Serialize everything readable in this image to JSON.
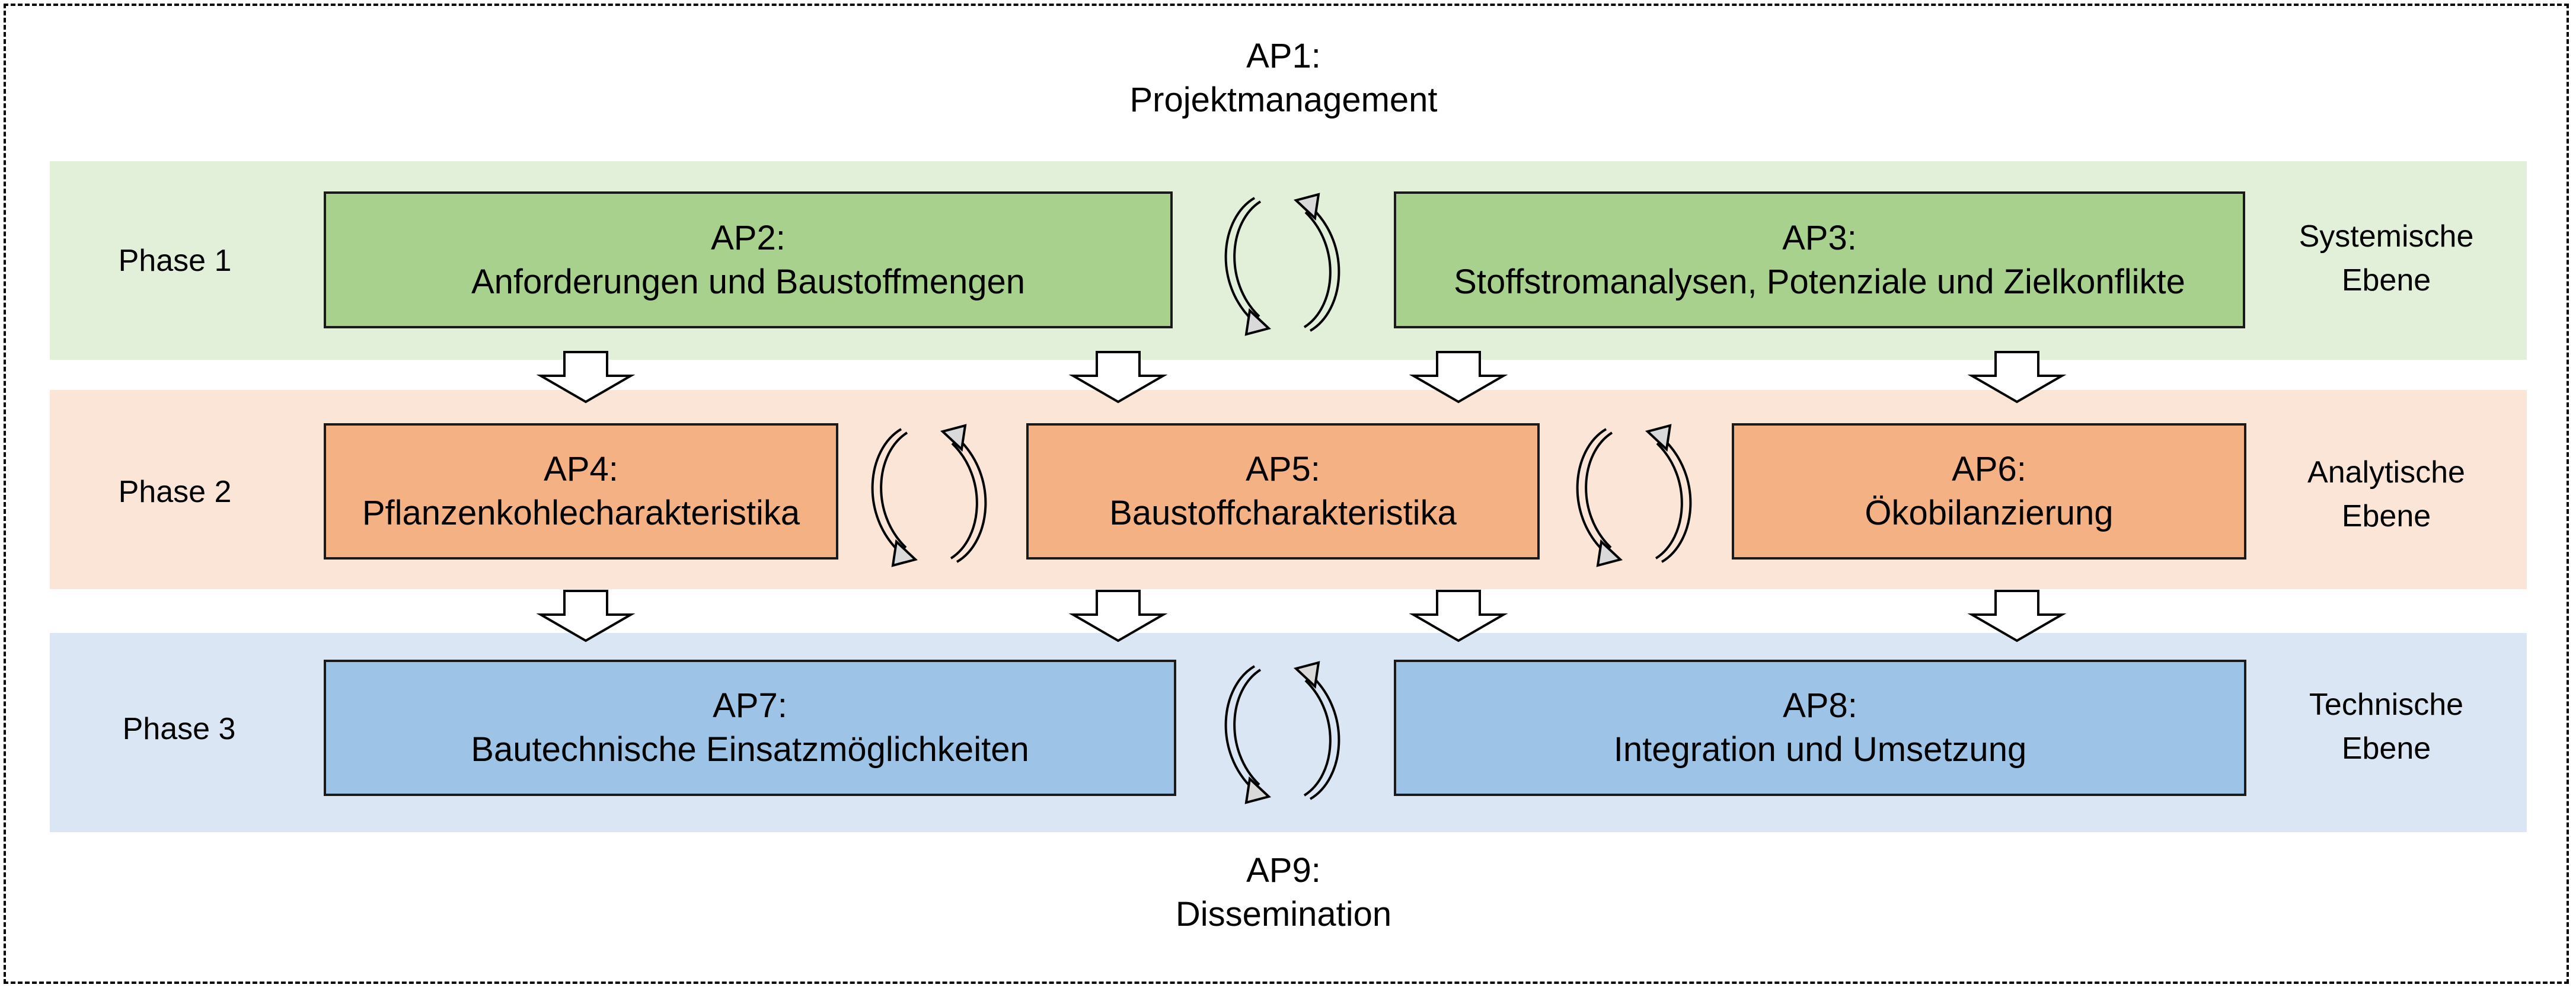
{
  "top_title": {
    "line1": "AP1:",
    "line2": "Projektmanagement"
  },
  "bottom_title": {
    "line1": "AP9:",
    "line2": "Dissemination"
  },
  "phases": [
    {
      "label": "Phase 1",
      "level_line1": "Systemische",
      "level_line2": "Ebene",
      "color": "#e2efd9"
    },
    {
      "label": "Phase 2",
      "level_line1": "Analytische",
      "level_line2": "Ebene",
      "color": "#fbe5d6"
    },
    {
      "label": "Phase 3",
      "level_line1": "Technische",
      "level_line2": "Ebene",
      "color": "#dae6f3"
    }
  ],
  "work_packages": [
    {
      "id": "AP2:",
      "title": "Anforderungen und Baustoffmengen",
      "color": "#a9d18e"
    },
    {
      "id": "AP3:",
      "title": "Stoffstromanalysen, Potenziale und Zielkonflikte",
      "color": "#a9d18e"
    },
    {
      "id": "AP4:",
      "title": "Pflanzenkohlecharakteristika",
      "color": "#f4b183"
    },
    {
      "id": "AP5:",
      "title": "Baustoffcharakteristika",
      "color": "#f4b183"
    },
    {
      "id": "AP6:",
      "title": "Ökobilanzierung",
      "color": "#f4b183"
    },
    {
      "id": "AP7:",
      "title": "Bautechnische Einsatzmöglichkeiten",
      "color": "#9dc3e6"
    },
    {
      "id": "AP8:",
      "title": "Integration und Umsetzung",
      "color": "#9dc3e6"
    }
  ],
  "icons": {
    "down_arrow": "block-down-arrow-icon",
    "cycle": "circular-exchange-arrows-icon"
  }
}
